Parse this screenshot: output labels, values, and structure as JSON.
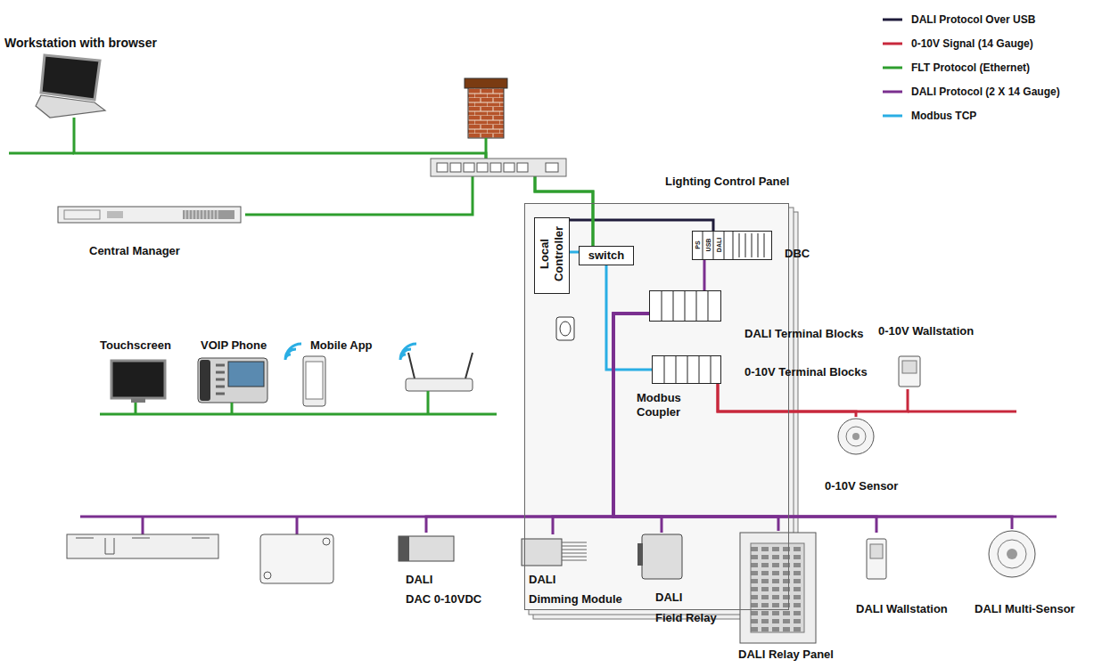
{
  "diagram": {
    "nodes": [
      {
        "text": [
          "Workstation with browser"
        ]
      },
      {
        "text": [
          "Central Manager"
        ]
      },
      {
        "text": [
          "Lighting Control Panel"
        ]
      },
      {
        "text": [
          "Local Controller"
        ],
        "in": 2
      },
      {
        "text": [
          "switch"
        ],
        "in": 2
      },
      {
        "text": [
          "PS",
          "USB",
          "DALI",
          "DBC"
        ],
        "in": 2
      },
      {
        "text": [
          "DALI Terminal Blocks"
        ],
        "in": 2
      },
      {
        "text": [
          "0-10V Terminal Blocks",
          "Modbus Coupler"
        ],
        "in": 2
      },
      {
        "text": [
          "Touchscreen"
        ]
      },
      {
        "text": [
          "VOIP Phone"
        ]
      },
      {
        "text": [
          "Mobile App"
        ]
      },
      {
        "text": [
          "0-10V Wallstation"
        ]
      },
      {
        "text": [
          "0-10V Sensor"
        ]
      },
      {
        "text": [
          "DALI",
          "DAC 0-10VDC"
        ]
      },
      {
        "text": [
          "DALI",
          "Dimming Module"
        ]
      },
      {
        "text": [
          "DALI",
          "Field Relay"
        ]
      },
      {
        "text": [
          "DALI Relay Panel"
        ]
      },
      {
        "text": [
          "DALI Wallstation"
        ]
      },
      {
        "text": [
          "DALI Multi-Sensor"
        ]
      }
    ],
    "edges": [
      {
        "from": 3,
        "to": 5,
        "arrow": "none"
      },
      {
        "from": 3,
        "to": 4,
        "arrow": "none"
      },
      {
        "from": 4,
        "to": 7,
        "arrow": "none"
      },
      {
        "from": 5,
        "to": 6,
        "arrow": "none"
      },
      {
        "from": 0,
        "to": 4,
        "arrow": "none"
      },
      {
        "from": 1,
        "to": 4,
        "arrow": "none"
      },
      {
        "from": 6,
        "to": 13,
        "arrow": "none"
      },
      {
        "from": 6,
        "to": 14,
        "arrow": "none"
      },
      {
        "from": 6,
        "to": 15,
        "arrow": "none"
      },
      {
        "from": 6,
        "to": 16,
        "arrow": "none"
      },
      {
        "from": 6,
        "to": 17,
        "arrow": "none"
      },
      {
        "from": 6,
        "to": 18,
        "arrow": "none"
      },
      {
        "from": 7,
        "to": 11,
        "arrow": "none"
      },
      {
        "from": 7,
        "to": 12,
        "arrow": "none"
      }
    ],
    "legend": [
      {
        "text": "DALI Protocol Over USB"
      },
      {
        "text": "0-10V Signal (14 Gauge)"
      },
      {
        "text": "FLT Protocol (Ethernet)"
      },
      {
        "text": "DALI Protocol (2 X 14 Gauge)"
      },
      {
        "text": "Modbus TCP"
      }
    ]
  }
}
